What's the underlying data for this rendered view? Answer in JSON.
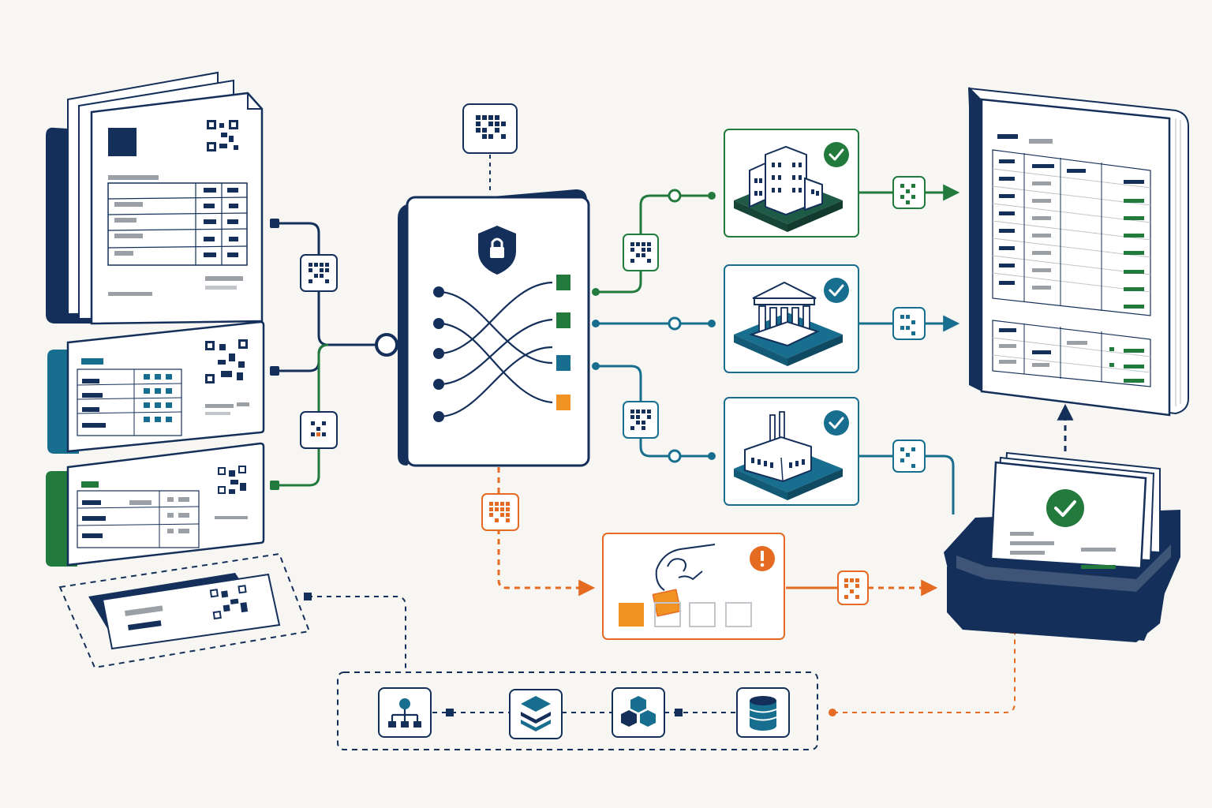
{
  "colors": {
    "background": "#f7f6f2",
    "navy": "#14305a",
    "teal": "#186e8f",
    "green": "#237a3d",
    "orange": "#e56b22",
    "amber": "#f09322",
    "gray": "#9aa0a6",
    "card": "#ffffff"
  },
  "nodes": {
    "input_documents": [
      {
        "id": "invoice-stack",
        "accent": "navy",
        "icon": "qr-code-icon"
      },
      {
        "id": "teal-form",
        "accent": "teal",
        "icon": "qr-code-icon"
      },
      {
        "id": "green-form",
        "accent": "green",
        "icon": "qr-code-icon"
      },
      {
        "id": "scanned-slip",
        "accent": "navy",
        "icon": "qr-code-icon",
        "style": "dashed"
      }
    ],
    "secure_router": {
      "icon": "shield-lock-icon",
      "outputs": [
        "green",
        "green",
        "teal",
        "orange"
      ]
    },
    "destinations": [
      {
        "id": "office-building",
        "icon": "office-building-icon",
        "accent": "green",
        "status": "check-icon"
      },
      {
        "id": "institution",
        "icon": "bank-columns-icon",
        "accent": "teal",
        "status": "check-icon"
      },
      {
        "id": "factory",
        "icon": "factory-icon",
        "accent": "teal",
        "status": "check-icon"
      }
    ],
    "manual_review": {
      "icon": "hand-placing-block-icon",
      "status": "alert-icon",
      "slots": [
        "filled",
        "placing",
        "empty",
        "empty"
      ]
    },
    "ledger": {
      "icon": "ledger-book-icon"
    },
    "approval_tray": {
      "icon": "inbox-tray-icon",
      "status": "check-icon"
    },
    "pipeline": [
      {
        "icon": "hierarchy-icon"
      },
      {
        "icon": "layers-icon"
      },
      {
        "icon": "cubes-icon"
      },
      {
        "icon": "database-icon"
      }
    ]
  },
  "edges": [
    {
      "from": "invoice-stack",
      "to": "secure_router",
      "color": "navy",
      "style": "solid"
    },
    {
      "from": "teal-form",
      "to": "secure_router",
      "color": "navy",
      "style": "solid"
    },
    {
      "from": "green-form",
      "to": "secure_router",
      "color": "green",
      "style": "solid"
    },
    {
      "from": "secure_router",
      "to": "office-building",
      "color": "green",
      "style": "solid"
    },
    {
      "from": "secure_router",
      "to": "institution",
      "color": "teal",
      "style": "solid"
    },
    {
      "from": "secure_router",
      "to": "factory",
      "color": "teal",
      "style": "solid"
    },
    {
      "from": "secure_router",
      "to": "manual_review",
      "color": "orange",
      "style": "dashed"
    },
    {
      "from": "office-building",
      "to": "ledger",
      "color": "green",
      "style": "solid"
    },
    {
      "from": "institution",
      "to": "ledger",
      "color": "teal",
      "style": "solid"
    },
    {
      "from": "factory",
      "to": "approval_tray",
      "color": "teal",
      "style": "solid"
    },
    {
      "from": "manual_review",
      "to": "approval_tray",
      "color": "orange",
      "style": "dashed"
    },
    {
      "from": "approval_tray",
      "to": "ledger",
      "color": "navy",
      "style": "dashed"
    },
    {
      "from": "scanned-slip",
      "to": "pipeline",
      "color": "navy",
      "style": "dashed"
    },
    {
      "from": "pipeline",
      "to": "approval_tray",
      "color": "orange",
      "style": "dashed"
    }
  ]
}
